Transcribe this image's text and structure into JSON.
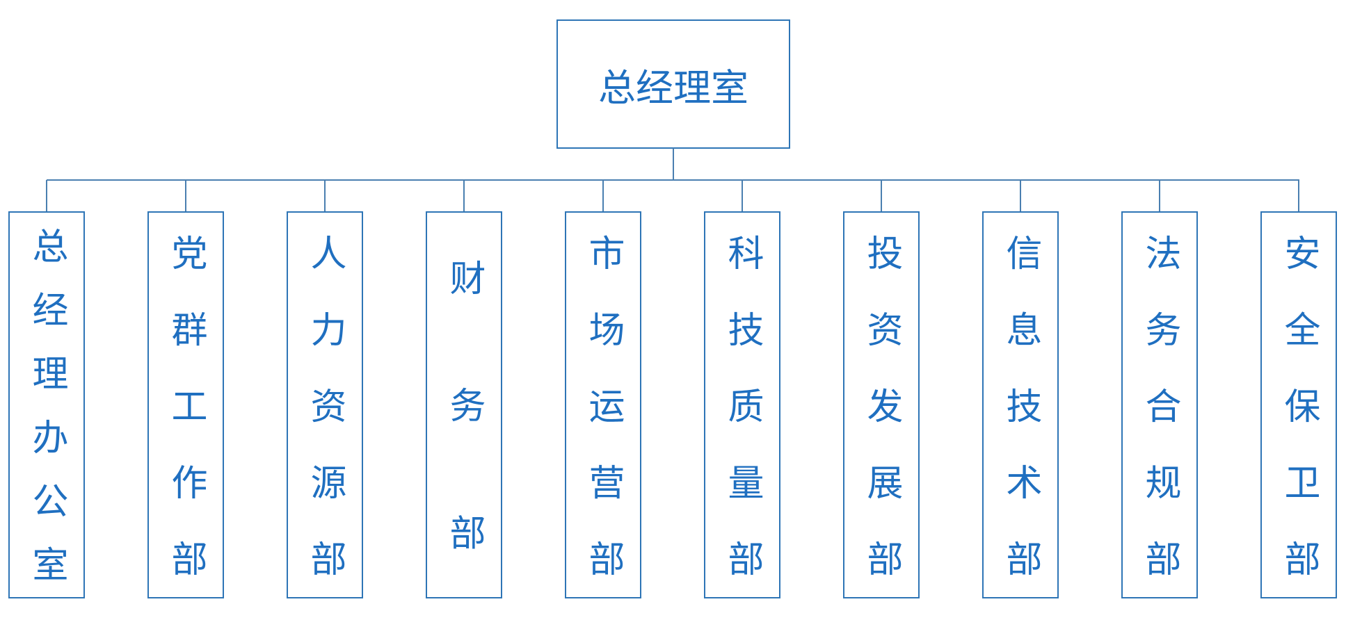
{
  "root": {
    "label": "总经理室"
  },
  "departments": [
    {
      "label": "总经理办公室"
    },
    {
      "label": "党群工作部"
    },
    {
      "label": "人力资源部"
    },
    {
      "label": "财务部"
    },
    {
      "label": "市场运营部"
    },
    {
      "label": "科技质量部"
    },
    {
      "label": "投资发展部"
    },
    {
      "label": "信息技术部"
    },
    {
      "label": "法务合规部"
    },
    {
      "label": "安全保卫部"
    }
  ],
  "colors": {
    "border": "#2e75b6",
    "text": "#1f6fc0",
    "connector": "#4a7fb0"
  }
}
